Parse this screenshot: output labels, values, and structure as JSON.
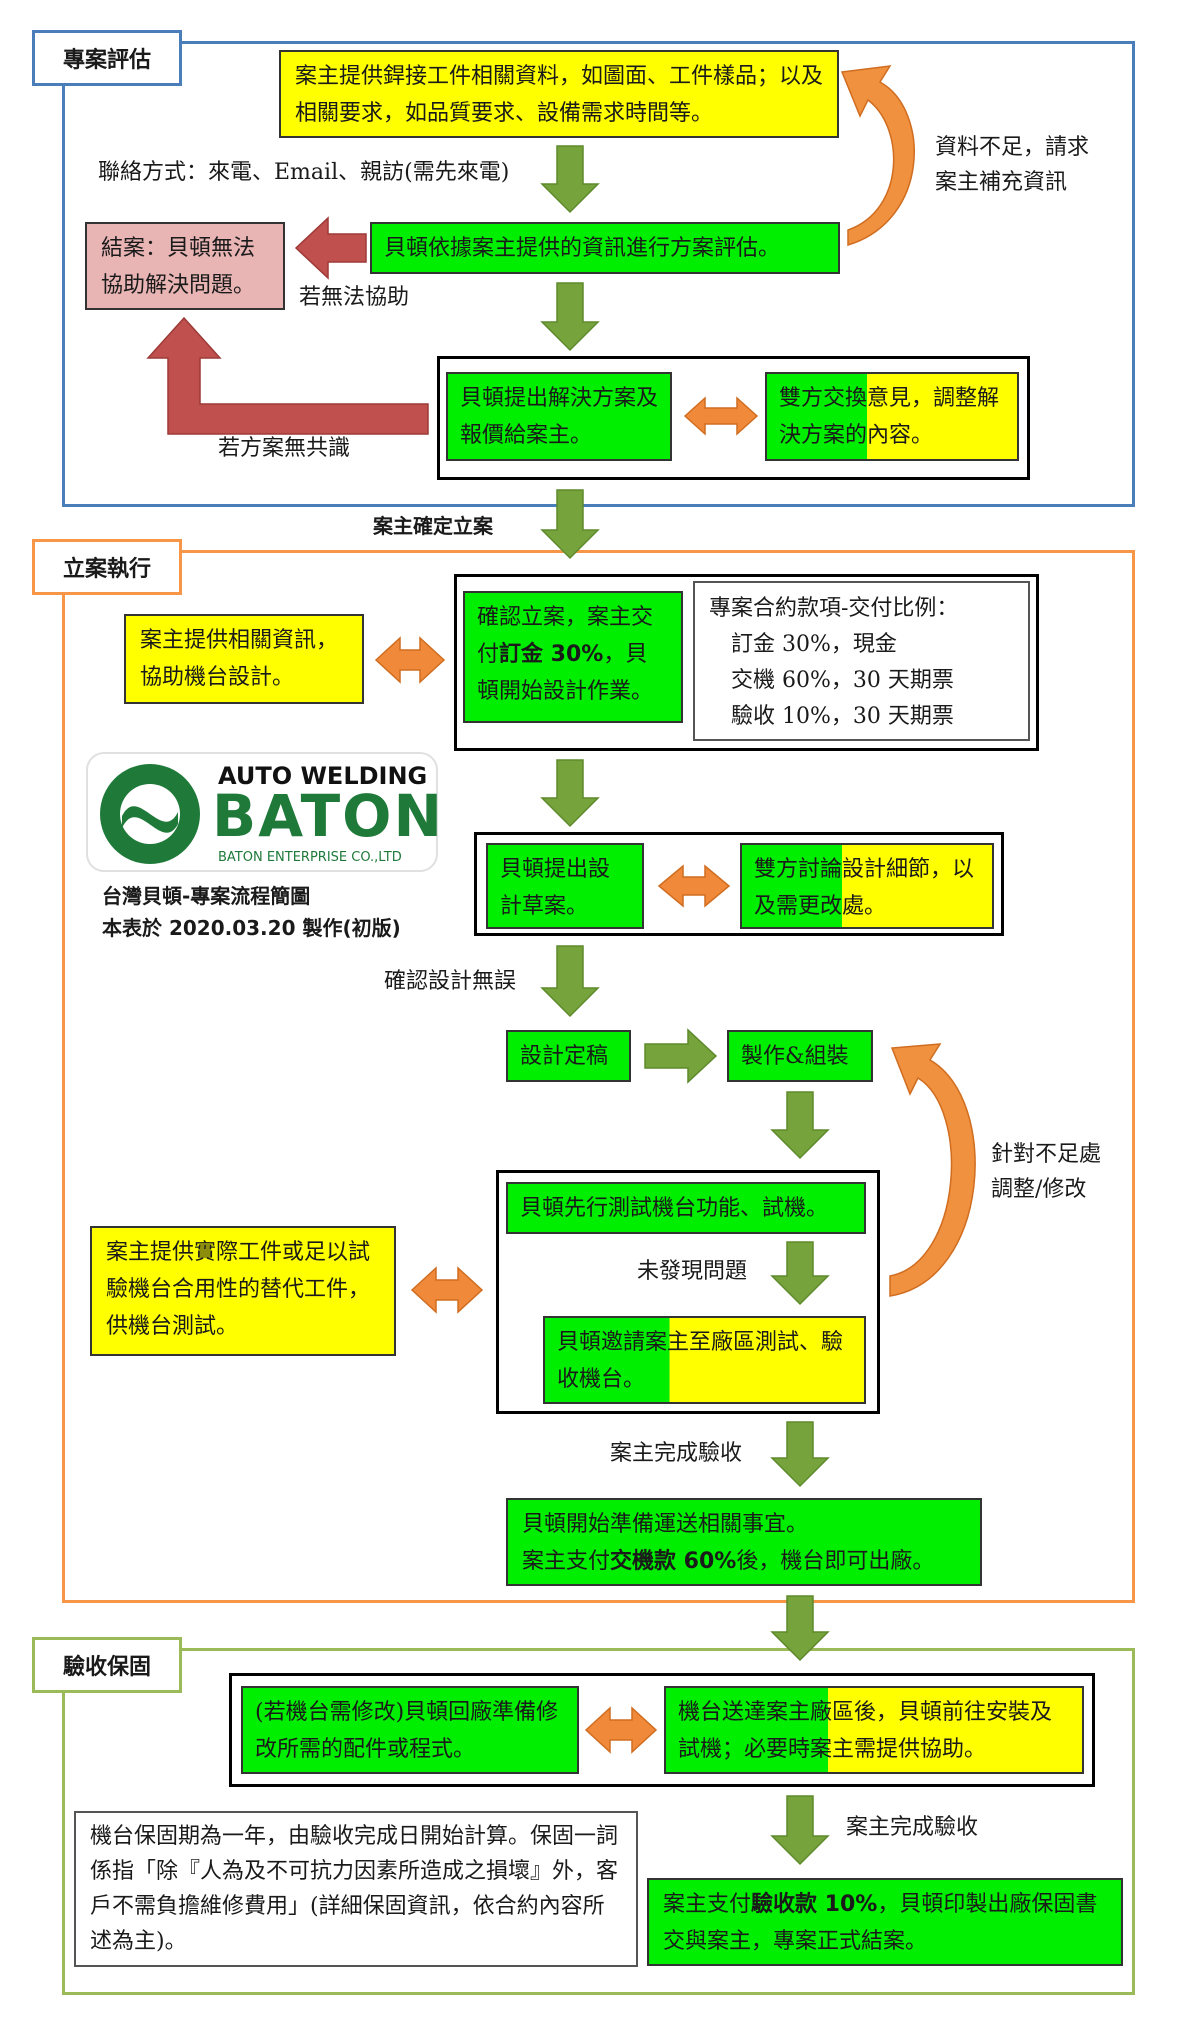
{
  "sections": {
    "evaluation": "專案評估",
    "execution": "立案執行",
    "acceptance": "驗收保固"
  },
  "eval": {
    "client_info": "案主提供銲接工件相關資料，如圖面、工件樣品；以及相關要求，如品質要求、設備需求時間等。",
    "contact": "聯絡方式：來電、Email、親訪(需先來電)",
    "assess": "貝頓依據案主提供的資訊進行方案評估。",
    "insufficient": "資料不足，請求案主補充資訊",
    "close_case": "結案：貝頓無法協助解決問題。",
    "cannot_help": "若無法協助",
    "proposal": "貝頓提出解決方案及報價給案主。",
    "exchange": "雙方交換意見，調整解決方案的內容。",
    "no_consensus": "若方案無共識"
  },
  "confirm_project": "案主確定立案",
  "exec": {
    "client_assist": "案主提供相關資訊，協助機台設計。",
    "confirm_pre": "確認立案，案主交付",
    "confirm_bold": "訂金 30%",
    "confirm_post": "，貝頓開始設計作業。",
    "terms_title": "專案合約款項-交付比例：",
    "terms": [
      "訂金 30%，現金",
      "交機 60%，30 天期票",
      "驗收 10%，30 天期票"
    ],
    "logo_top": "AUTO WELDING",
    "logo_main": "BATON",
    "logo_sub": "BATON ENTERPRISE CO.,LTD",
    "caption_line1": "台灣貝頓-專案流程簡圖",
    "caption_line2": "本表於 2020.03.20 製作(初版)",
    "draft": "貝頓提出設計草案。",
    "discuss": "雙方討論設計細節，以及需更改處。",
    "design_ok": "確認設計無誤",
    "finalize": "設計定稿",
    "build": "製作&組裝",
    "adjust": "針對不足處調整/修改",
    "test_self": "貝頓先行測試機台功能、試機。",
    "no_issue": "未發現問題",
    "invite": "貝頓邀請案主至廠區測試、驗收機台。",
    "client_workpiece": "案主提供實際工件或足以試驗機台合用性的替代工件，供機台測試。",
    "accept_done": "案主完成驗收",
    "ship_line1": "貝頓開始準備運送相關事宜。",
    "ship_pre": "案主支付",
    "ship_bold": "交機款 60%",
    "ship_post": "後，機台即可出廠。"
  },
  "acc": {
    "return_parts": "(若機台需修改)貝頓回廠準備修改所需的配件或程式。",
    "deliver": "機台送達案主廠區後，貝頓前往安裝及試機；必要時案主需提供協助。",
    "warranty": "機台保固期為一年，由驗收完成日開始計算。保固一詞係指「除『人為及不可抗力因素所造成之損壞』外，客戶不需負擔維修費用」(詳細保固資訊，依合約內容所述為主)。",
    "accept_done": "案主完成驗收",
    "final_pre": "案主支付",
    "final_bold": "驗收款 10%",
    "final_post": "，貝頓印製出廠保固書交與案主，專案正式結案。"
  },
  "colors": {
    "eval_border": "#4a7ebb",
    "exec_border": "#f79646",
    "acc_border": "#9bbb59",
    "arrow_green": "#77a33c",
    "arrow_orange": "#f08a3a",
    "arrow_red": "#c0504d",
    "box_yellow": "#ffff00",
    "box_green": "#00ee00",
    "box_pink": "#e8b4b4"
  }
}
